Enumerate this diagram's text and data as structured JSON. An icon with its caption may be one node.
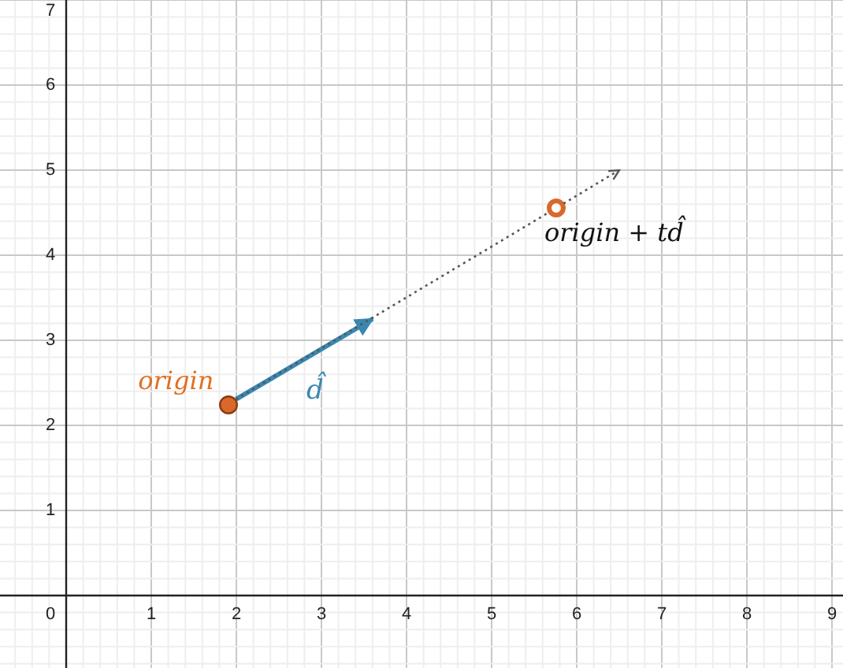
{
  "diagram": {
    "nodes": [
      {
        "text": [],
        "shape": "circle",
        "beside": [
          "origin"
        ]
      },
      {
        "text": [],
        "shape": "circle",
        "beside": [
          "origin + td̂"
        ]
      }
    ],
    "edges": [
      {
        "from": 0,
        "to": null,
        "arrow": "to",
        "label": "d̂",
        "color": "#3a88b0",
        "style": "thick"
      },
      {
        "from": 0,
        "to": 1,
        "arrow": "none",
        "style": "dashed"
      },
      {
        "from": 1,
        "to": null,
        "arrow": "to",
        "style": "dashed"
      }
    ],
    "labels": [
      "7",
      "6",
      "5",
      "4",
      "3",
      "2",
      "1",
      "0",
      "1",
      "2",
      "3",
      "4",
      "5",
      "6",
      "7",
      "8",
      "9"
    ]
  }
}
